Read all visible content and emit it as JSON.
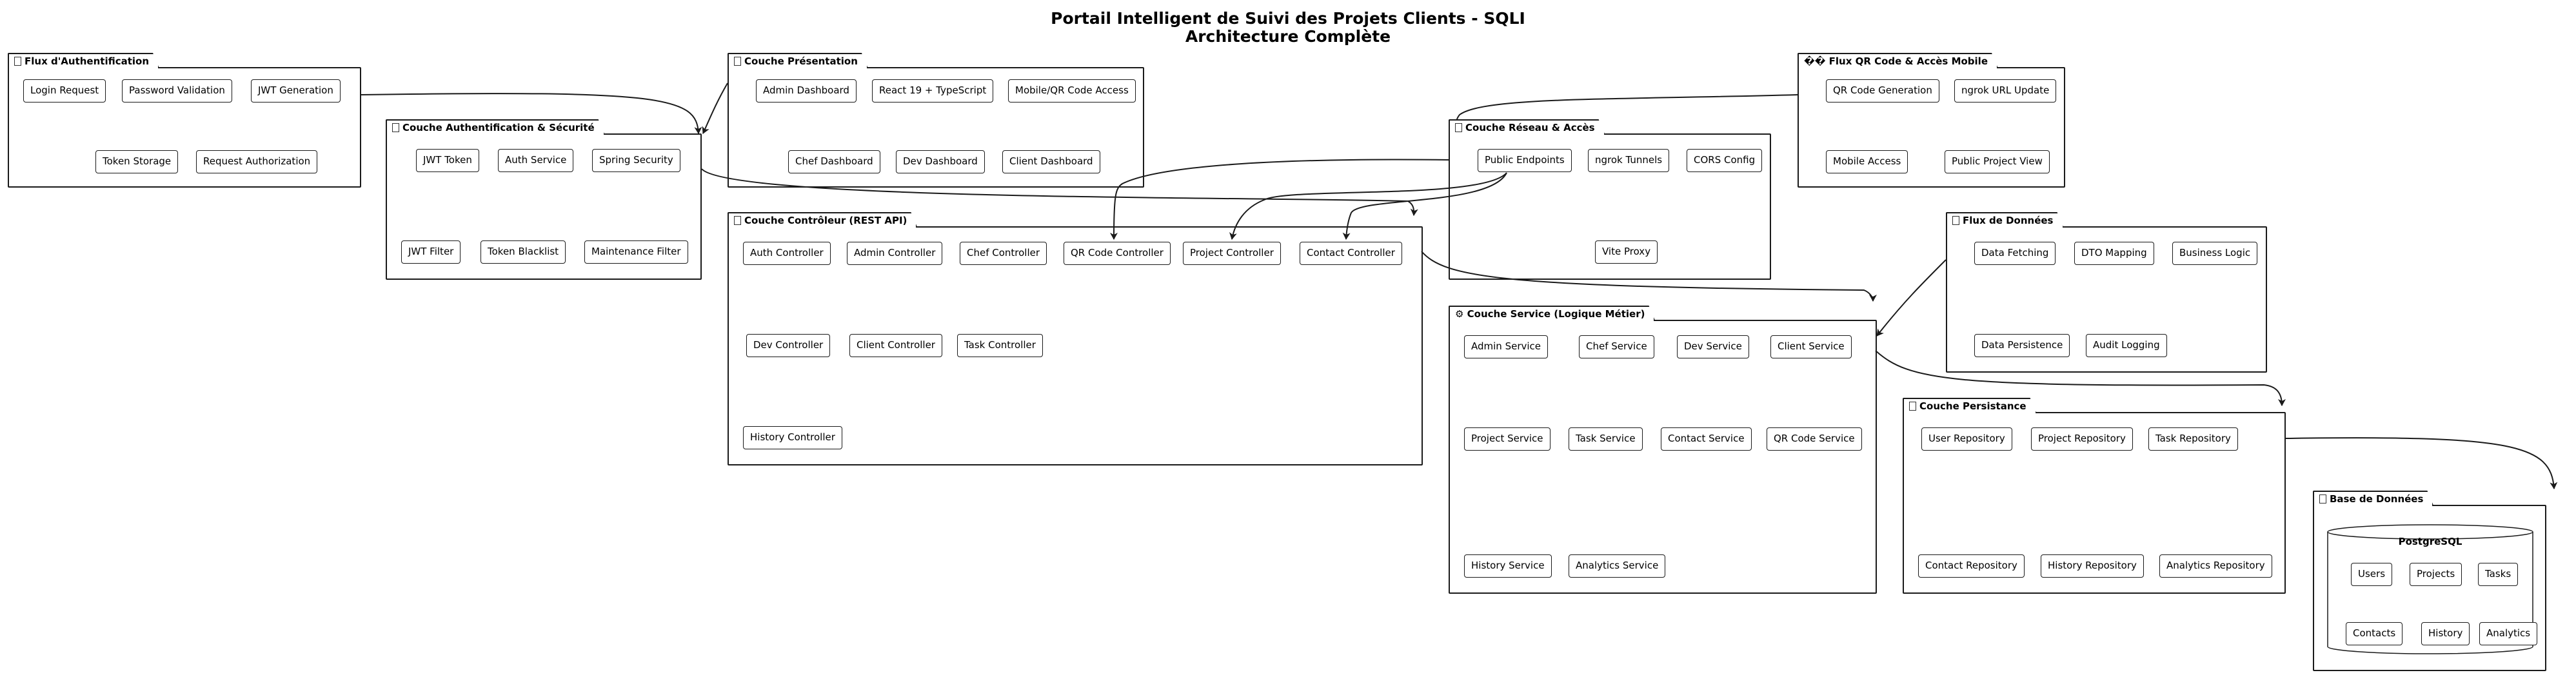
{
  "title": {
    "line1": "Portail Intelligent de Suivi des Projets Clients - SQLI",
    "line2": "Architecture Complète"
  },
  "packages": {
    "auth_flow": {
      "label": "Flux d'Authentification",
      "nodes": [
        "Login Request",
        "Password Validation",
        "JWT Generation",
        "Token Storage",
        "Request Authorization"
      ]
    },
    "presentation": {
      "label": "Couche Présentation",
      "nodes": [
        "Admin Dashboard",
        "React 19 + TypeScript",
        "Mobile/QR Code Access",
        "Chef Dashboard",
        "Dev Dashboard",
        "Client Dashboard"
      ]
    },
    "qr_flow": {
      "label": "�� Flux QR Code & Accès Mobile",
      "nodes": [
        "QR Code Generation",
        "ngrok URL Update",
        "Mobile Access",
        "Public Project View"
      ]
    },
    "security": {
      "label": "Couche Authentification & Sécurité",
      "nodes": [
        "JWT Token",
        "Auth Service",
        "Spring Security",
        "JWT Filter",
        "Token Blacklist",
        "Maintenance Filter"
      ]
    },
    "network": {
      "label": "Couche Réseau & Accès",
      "nodes": [
        "Public Endpoints",
        "ngrok Tunnels",
        "CORS Config",
        "Vite Proxy"
      ]
    },
    "controller": {
      "label": "Couche Contrôleur (REST API)",
      "nodes": [
        "Auth Controller",
        "Admin Controller",
        "Chef Controller",
        "QR Code Controller",
        "Project Controller",
        "Contact Controller",
        "Dev Controller",
        "Client Controller",
        "Task Controller",
        "History Controller"
      ]
    },
    "data_flow": {
      "label": "Flux de Données",
      "nodes": [
        "Data Fetching",
        "DTO Mapping",
        "Business Logic",
        "Data Persistence",
        "Audit Logging"
      ]
    },
    "service": {
      "label": "⚙ Couche Service (Logique Métier)",
      "nodes": [
        "Admin Service",
        "Chef Service",
        "Dev Service",
        "Client Service",
        "Project Service",
        "Task Service",
        "Contact Service",
        "QR Code Service",
        "History Service",
        "Analytics Service"
      ]
    },
    "persistence": {
      "label": "Couche Persistance",
      "nodes": [
        "User Repository",
        "Project Repository",
        "Task Repository",
        "Contact Repository",
        "History Repository",
        "Analytics Repository"
      ]
    },
    "database": {
      "label": "Base de Données",
      "db_name": "PostgreSQL",
      "nodes": [
        "Users",
        "Projects",
        "Tasks",
        "Contacts",
        "History",
        "Analytics"
      ]
    }
  },
  "colors": {
    "stroke": "#1a1a1a",
    "background": "#ffffff",
    "text": "#000000"
  }
}
